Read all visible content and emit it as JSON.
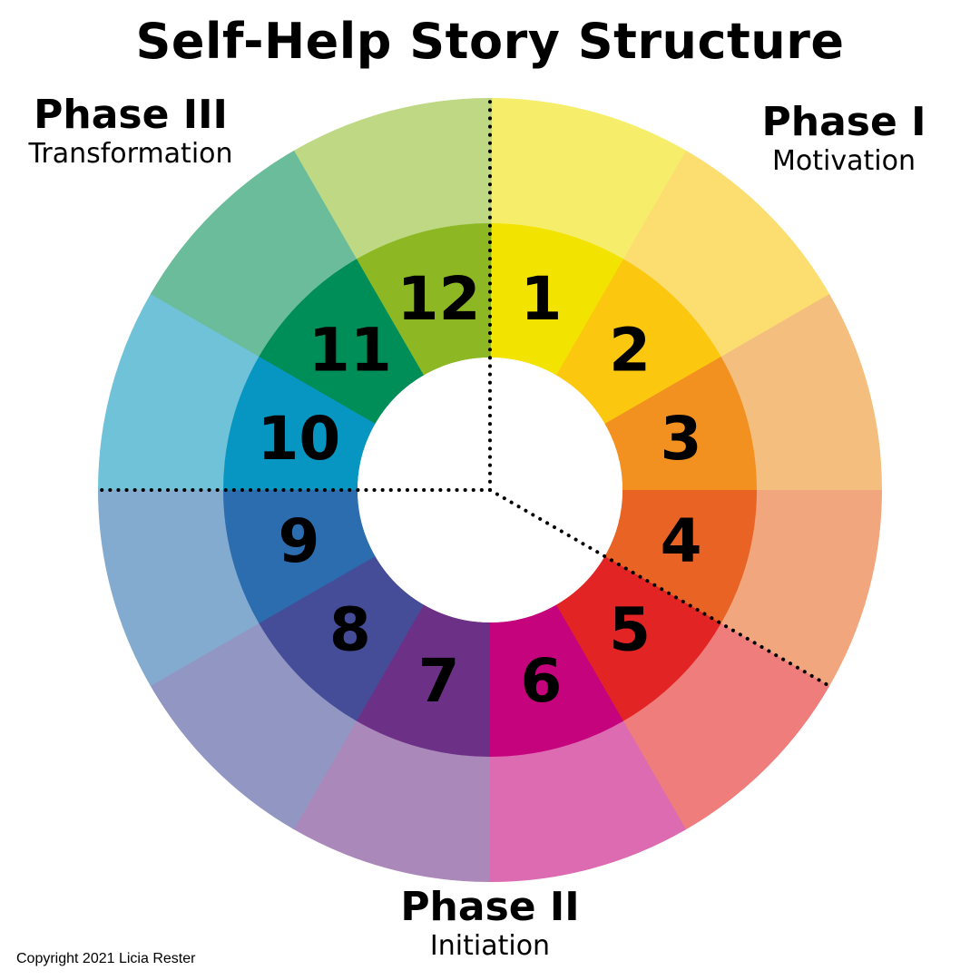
{
  "title": "Self-Help Story Structure",
  "phases": [
    {
      "title": "Phase I",
      "subtitle": "Motivation"
    },
    {
      "title": "Phase II",
      "subtitle": "Initiation"
    },
    {
      "title": "Phase III",
      "subtitle": "Transformation"
    }
  ],
  "copyright": "Copyright 2021 Licia Rester",
  "steps": [
    {
      "label": "1",
      "inner_color": "#F2E400",
      "outer_color": "#F6EE6B"
    },
    {
      "label": "2",
      "inner_color": "#FCC70F",
      "outer_color": "#FCDD70"
    },
    {
      "label": "3",
      "inner_color": "#F29120",
      "outer_color": "#F4BF7E"
    },
    {
      "label": "4",
      "inner_color": "#E96324",
      "outer_color": "#F2A67E"
    },
    {
      "label": "5",
      "inner_color": "#E22424",
      "outer_color": "#EE7D7B"
    },
    {
      "label": "6",
      "inner_color": "#C5037C",
      "outer_color": "#DC6BB2"
    },
    {
      "label": "7",
      "inner_color": "#6C3187",
      "outer_color": "#AA89BA"
    },
    {
      "label": "8",
      "inner_color": "#454D98",
      "outer_color": "#9196C2"
    },
    {
      "label": "9",
      "inner_color": "#2B6DAE",
      "outer_color": "#83ABCF"
    },
    {
      "label": "10",
      "inner_color": "#0796C2",
      "outer_color": "#6FC2D7"
    },
    {
      "label": "11",
      "inner_color": "#008E58",
      "outer_color": "#6ABC9B"
    },
    {
      "label": "12",
      "inner_color": "#8DB823",
      "outer_color": "#BFD883"
    }
  ]
}
